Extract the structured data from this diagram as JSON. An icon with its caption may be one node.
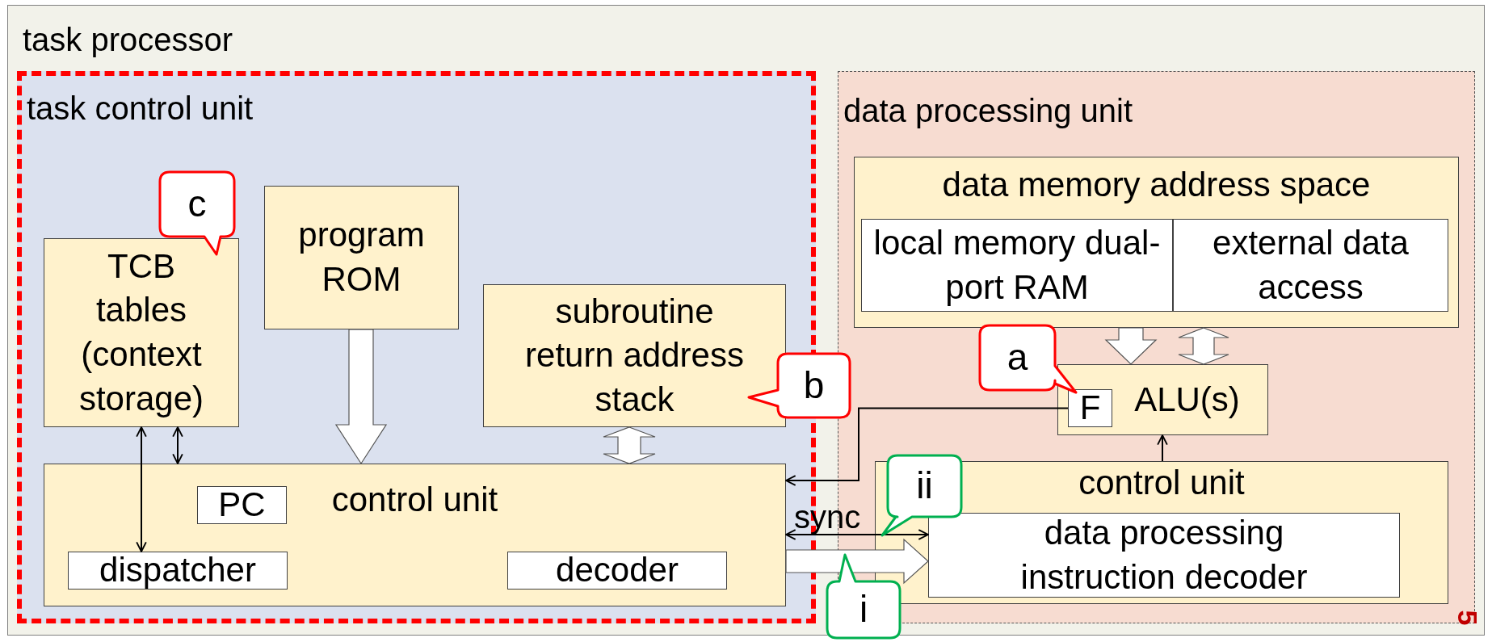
{
  "diagram": {
    "nodes": [
      {
        "text": [
          "task processor"
        ]
      },
      {
        "text": [
          "task control unit"
        ],
        "in": 0
      },
      {
        "text": [
          "TCB tables (context storage)"
        ],
        "in": 1
      },
      {
        "text": [
          "c"
        ],
        "in": 1
      },
      {
        "text": [
          "program ROM"
        ],
        "in": 1
      },
      {
        "text": [
          "subroutine return address stack"
        ],
        "in": 1
      },
      {
        "text": [
          "b"
        ],
        "in": 0
      },
      {
        "text": [
          "control unit"
        ],
        "in": 1
      },
      {
        "text": [
          "PC"
        ],
        "in": 7
      },
      {
        "text": [
          "dispatcher"
        ],
        "in": 7
      },
      {
        "text": [
          "decoder"
        ],
        "in": 7
      },
      {
        "text": [
          "data processing unit"
        ],
        "in": 0
      },
      {
        "text": [
          "data memory address space"
        ],
        "in": 11
      },
      {
        "text": [
          "local memory dual-port RAM"
        ],
        "in": 12
      },
      {
        "text": [
          "external data access"
        ],
        "in": 12
      },
      {
        "text": [
          "a"
        ],
        "in": 11
      },
      {
        "text": [
          "ALU(s)"
        ],
        "in": 11
      },
      {
        "text": [
          "F"
        ],
        "in": 16
      },
      {
        "text": [
          "control unit"
        ],
        "in": 11
      },
      {
        "text": [
          "ii"
        ],
        "in": 11
      },
      {
        "text": [
          "data processing instruction decoder"
        ],
        "in": 18
      },
      {
        "text": [
          "i"
        ],
        "in": 0
      }
    ],
    "edges": [
      {
        "from": 2,
        "to": 9,
        "arrow": "both"
      },
      {
        "from": 2,
        "to": 7,
        "arrow": "both"
      },
      {
        "from": 4,
        "to": 7,
        "arrow": "to",
        "style": "thick"
      },
      {
        "from": 5,
        "to": 7,
        "arrow": "both",
        "style": "thick"
      },
      {
        "from": 12,
        "to": 16,
        "arrow": "to",
        "style": "thick"
      },
      {
        "from": 12,
        "to": 16,
        "arrow": "both",
        "style": "thick"
      },
      {
        "from": 17,
        "to": 7,
        "arrow": "to"
      },
      {
        "from": 18,
        "to": 16,
        "arrow": "to"
      },
      {
        "from": 7,
        "to": 20,
        "arrow": "both",
        "label": "sync"
      },
      {
        "from": 7,
        "to": 20,
        "arrow": "to",
        "style": "thick"
      }
    ],
    "labels": [
      "5"
    ]
  }
}
